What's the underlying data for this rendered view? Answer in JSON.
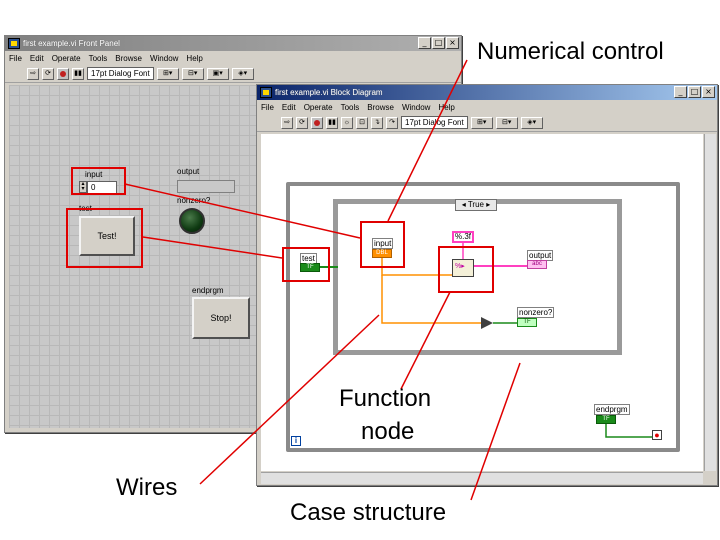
{
  "front_panel": {
    "title": "first example.vi Front Panel",
    "menu": [
      "File",
      "Edit",
      "Operate",
      "Tools",
      "Browse",
      "Window",
      "Help"
    ],
    "font_dropdown": "17pt Dialog Font",
    "controls": {
      "input_label": "input",
      "input_value": "0",
      "output_label": "output",
      "led_label": "nonzero?",
      "test_label": "test",
      "test_button": "Test!",
      "endprgm_label": "endprgm",
      "stop_button": "Stop!"
    }
  },
  "block_diagram": {
    "title": "first example.vi Block Diagram",
    "menu": [
      "File",
      "Edit",
      "Operate",
      "Tools",
      "Browse",
      "Window",
      "Help"
    ],
    "font_dropdown": "17pt Dialog Font",
    "case_selector": "True",
    "nodes": {
      "test": "test",
      "test_type": "TF",
      "input": "input",
      "input_type": "DBL",
      "format": "%.3f",
      "output": "output",
      "output_type": "abc",
      "nonzero": "nonzero?",
      "nonzero_type": "TF",
      "endprgm": "endprgm",
      "endprgm_type": "TF",
      "loop_index": "i"
    }
  },
  "annotations": {
    "numerical_control": "Numerical control",
    "function_node": "Function node",
    "function_node_line1": "Function",
    "function_node_line2": "node",
    "wires": "Wires",
    "case_structure": "Case structure"
  },
  "colors": {
    "annotation_red": "#e00000",
    "wire_orange": "#ff9000",
    "wire_green": "#008a00",
    "wire_pink": "#ff40c0"
  }
}
